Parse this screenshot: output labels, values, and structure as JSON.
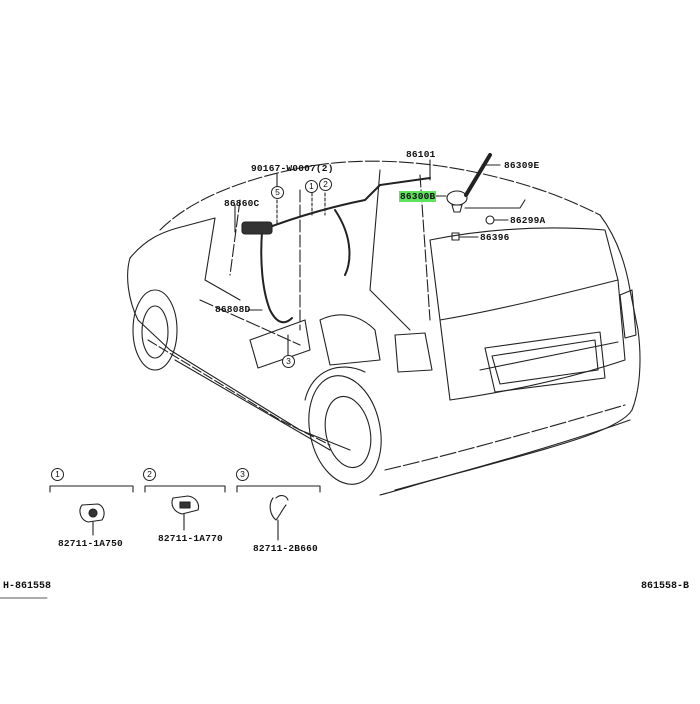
{
  "diagram": {
    "title_code_left": "H-861558",
    "title_code_right": "861558-B",
    "highlight_color": "#5ee35e",
    "callouts": [
      {
        "id": "c1",
        "label": "90167-W0007(2)"
      },
      {
        "id": "c2",
        "label": "86860C"
      },
      {
        "id": "c3",
        "label": "86101"
      },
      {
        "id": "c4",
        "label": "86309E"
      },
      {
        "id": "c5",
        "label": "86300B",
        "highlighted": true
      },
      {
        "id": "c6",
        "label": "86299A"
      },
      {
        "id": "c7",
        "label": "86396"
      },
      {
        "id": "c8",
        "label": "86808D"
      }
    ],
    "ref_markers": [
      {
        "id": "m5",
        "label": "5"
      },
      {
        "id": "m1",
        "label": "1"
      },
      {
        "id": "m2",
        "label": "2"
      },
      {
        "id": "m3",
        "label": "3"
      }
    ],
    "detail_parts": [
      {
        "marker": "1",
        "part_number": "82711-1A750"
      },
      {
        "marker": "2",
        "part_number": "82711-1A770"
      },
      {
        "marker": "3",
        "part_number": "82711-2B660"
      }
    ]
  }
}
